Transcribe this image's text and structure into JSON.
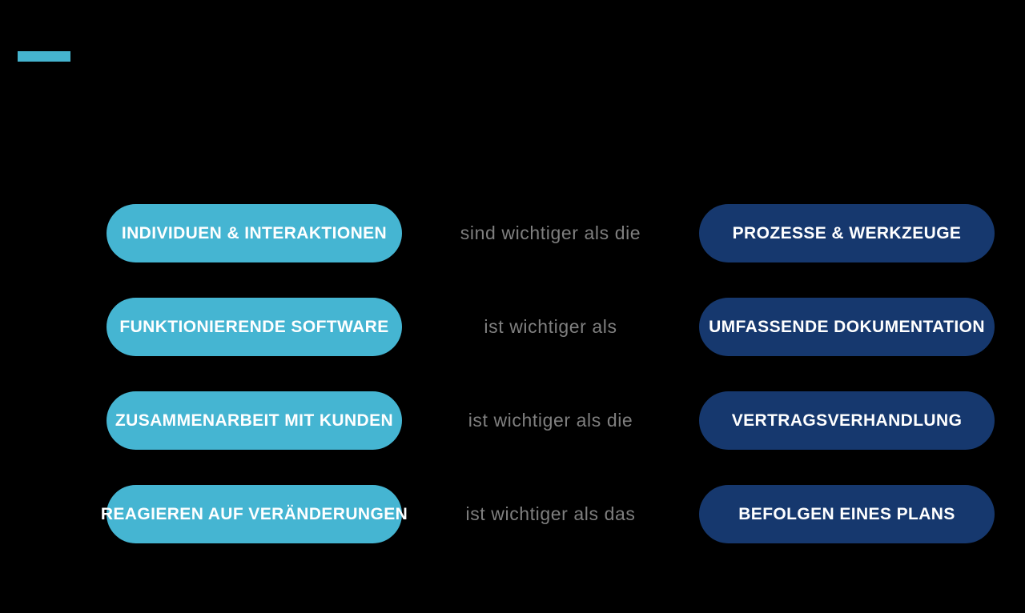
{
  "colors": {
    "background": "#000000",
    "accent_bar": "#45B4CF",
    "left_pill": "#45B5D2",
    "right_pill": "#16386E",
    "middle_text": "#7F7F7F",
    "pill_text": "#FFFFFF"
  },
  "rows": [
    {
      "left": "INDIVIDUEN & INTERAKTIONEN",
      "middle": "sind wichtiger als die",
      "right": "PROZESSE & WERKZEUGE"
    },
    {
      "left": "FUNKTIONIERENDE SOFTWARE",
      "middle": "ist wichtiger als",
      "right": "UMFASSENDE DOKUMENTATION"
    },
    {
      "left": "ZUSAMMENARBEIT MIT KUNDEN",
      "middle": "ist wichtiger als die",
      "right": "VERTRAGSVERHANDLUNG"
    },
    {
      "left": "REAGIEREN AUF VERÄNDERUNGEN",
      "middle": "ist wichtiger als das",
      "right": "BEFOLGEN EINES PLANS"
    }
  ]
}
